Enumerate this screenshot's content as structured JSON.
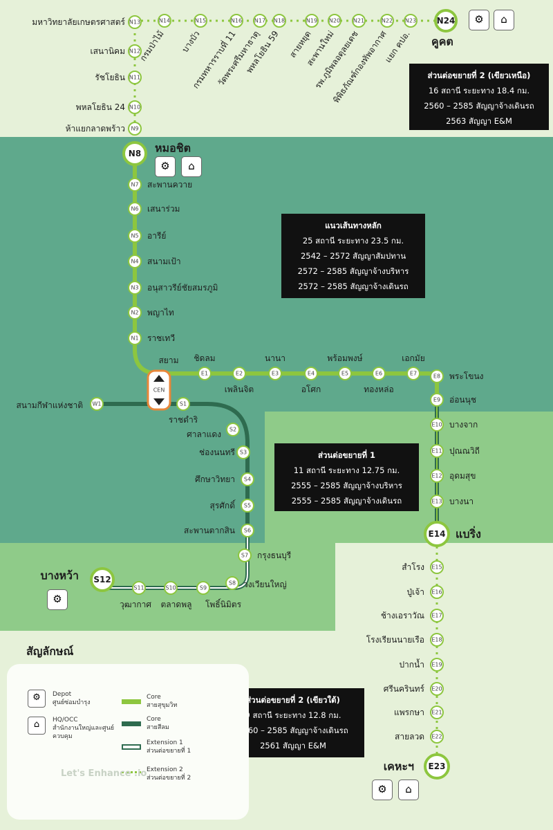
{
  "colors": {
    "bg_light": "#e6f1d9",
    "main_zone": "#5fa98c",
    "ext1_zone": "#8fcb89",
    "lime_line": "#8dc63f",
    "dark_line": "#2e6b4f",
    "box": "#111111"
  },
  "north_ext": {
    "terminus_code": "N24",
    "terminus_name": "คูคต",
    "left_column": [
      {
        "code": "N9",
        "name": "ห้าแยกลาดพร้าว"
      },
      {
        "code": "N10",
        "name": "พหลโยธิน 24"
      },
      {
        "code": "N11",
        "name": "รัชโยธิน"
      },
      {
        "code": "N12",
        "name": "เสนานิคม"
      },
      {
        "code": "N13",
        "name": "มหาวิทยาลัยเกษตรศาสตร์"
      }
    ],
    "top_row": [
      {
        "code": "N14",
        "name": "กรมป่าไม้"
      },
      {
        "code": "N15",
        "name": "บางบัว"
      },
      {
        "code": "N16",
        "name": "กรมทหารราบที่ 11"
      },
      {
        "code": "N17",
        "name": "วัดพระศรีมหาธาตุ"
      },
      {
        "code": "N18",
        "name": "พหลโยธิน 59"
      },
      {
        "code": "N19",
        "name": "สายหยุด"
      },
      {
        "code": "N20",
        "name": "สะพานใหม่"
      },
      {
        "code": "N21",
        "name": "รพ.ภูมิพลอดุลยเดช"
      },
      {
        "code": "N22",
        "name": "พิพิธภัณฑ์กองทัพอากาศ"
      },
      {
        "code": "N23",
        "name": "แยก คปอ."
      }
    ]
  },
  "main_line": {
    "north_terminus_code": "N8",
    "north_terminus_name": "หมอชิต",
    "north_stations": [
      {
        "code": "N7",
        "name": "สะพานควาย"
      },
      {
        "code": "N6",
        "name": "เสนาร่วม"
      },
      {
        "code": "N5",
        "name": "อารีย์"
      },
      {
        "code": "N4",
        "name": "สนามเป้า"
      },
      {
        "code": "N3",
        "name": "อนุสาวรีย์ชัยสมรภูมิ"
      },
      {
        "code": "N2",
        "name": "พญาไท"
      },
      {
        "code": "N1",
        "name": "ราชเทวี"
      }
    ],
    "interchange_code": "CEN",
    "interchange_name": "สยาม",
    "east_stations": [
      {
        "code": "E1",
        "name": "ชิดลม"
      },
      {
        "code": "E2",
        "name": "เพลินจิต"
      },
      {
        "code": "E3",
        "name": "นานา"
      },
      {
        "code": "E4",
        "name": "อโศก"
      },
      {
        "code": "E5",
        "name": "พร้อมพงษ์"
      },
      {
        "code": "E6",
        "name": "ทองหล่อ"
      },
      {
        "code": "E7",
        "name": "เอกมัย"
      },
      {
        "code": "E8",
        "name": "พระโขนง"
      },
      {
        "code": "E9",
        "name": "อ่อนนุช"
      }
    ],
    "silom_west": {
      "code": "W1",
      "name": "สนามกีฬาแห่งชาติ"
    },
    "silom_south": [
      {
        "code": "S1",
        "name": "ราชดำริ"
      },
      {
        "code": "S2",
        "name": "ศาลาแดง"
      },
      {
        "code": "S3",
        "name": "ช่องนนทรี"
      },
      {
        "code": "S4",
        "name": "ศึกษาวิทยา"
      },
      {
        "code": "S5",
        "name": "สุรศักดิ์"
      },
      {
        "code": "S6",
        "name": "สะพานตากสิน"
      }
    ]
  },
  "ext1": {
    "east_stations": [
      {
        "code": "E10",
        "name": "บางจาก"
      },
      {
        "code": "E11",
        "name": "ปุณณวิถี"
      },
      {
        "code": "E12",
        "name": "อุดมสุข"
      },
      {
        "code": "E13",
        "name": "บางนา"
      }
    ],
    "east_terminus_code": "E14",
    "east_terminus_name": "แบริ่ง",
    "silom_stations": [
      {
        "code": "S7",
        "name": "กรุงธนบุรี"
      },
      {
        "code": "S8",
        "name": "วงเวียนใหญ่"
      },
      {
        "code": "S9",
        "name": "โพธิ์นิมิตร"
      },
      {
        "code": "S10",
        "name": "ตลาดพลู"
      },
      {
        "code": "S11",
        "name": "วุฒากาศ"
      }
    ],
    "silom_terminus_code": "S12",
    "silom_terminus_name": "บางหว้า"
  },
  "south_ext": {
    "stations": [
      {
        "code": "E15",
        "name": "สำโรง"
      },
      {
        "code": "E16",
        "name": "ปู่เจ้า"
      },
      {
        "code": "E17",
        "name": "ช้างเอราวัณ"
      },
      {
        "code": "E18",
        "name": "โรงเรียนนายเรือ"
      },
      {
        "code": "E19",
        "name": "ปากน้ำ"
      },
      {
        "code": "E20",
        "name": "ศรีนครินทร์"
      },
      {
        "code": "E21",
        "name": "แพรกษา"
      },
      {
        "code": "E22",
        "name": "สายลวด"
      }
    ],
    "terminus_code": "E23",
    "terminus_name": "เคหะฯ"
  },
  "info_boxes": {
    "north": {
      "title": "ส่วนต่อขยายที่ 2 (เขียวเหนือ)",
      "lines": [
        "16 สถานี ระยะทาง 18.4 กม.",
        "2560 – 2585 สัญญาจ้างเดินรถ",
        "2563 สัญญา E&M"
      ]
    },
    "main": {
      "title": "แนวเส้นทางหลัก",
      "lines": [
        "25 สถานี ระยะทาง 23.5 กม.",
        "2542 – 2572 สัญญาสัมปทาน",
        "2572 – 2585 สัญญาจ้างบริหาร",
        "2572 – 2585 สัญญาจ้างเดินรถ"
      ]
    },
    "ext1": {
      "title": "ส่วนต่อขยายที่ 1",
      "lines": [
        "11 สถานี ระยะทาง 12.75 กม.",
        "2555 – 2585 สัญญาจ้างบริหาร",
        "2555 – 2585 สัญญาจ้างเดินรถ"
      ]
    },
    "south": {
      "title": "ส่วนต่อขยายที่ 2 (เขียวใต้)",
      "lines": [
        "9 สถานี ระยะทาง 12.8 กม.",
        "2560 – 2585 สัญญาจ้างเดินรถ",
        "2561 สัญญา E&M"
      ]
    }
  },
  "legend": {
    "title": "สัญลักษณ์",
    "items": [
      {
        "icon": "depot-icon",
        "en": "Depot",
        "th": "ศูนย์ซ่อมบำรุง"
      },
      {
        "icon": "hq-icon",
        "en": "HQ/OCC",
        "th": "สำนักงานใหญ่และศูนย์ควบคุม"
      },
      {
        "icon": "sukhumvit-line-swatch",
        "en": "Core",
        "th": "สายสุขุมวิท"
      },
      {
        "icon": "silom-line-swatch",
        "en": "Core",
        "th": "สายสีลม"
      },
      {
        "icon": "extension1-swatch",
        "en": "Extension 1",
        "th": "ส่วนต่อขยายที่ 1"
      },
      {
        "icon": "extension2-swatch",
        "en": "Extension 2",
        "th": "ส่วนต่อขยายที่ 2"
      }
    ]
  },
  "watermark": "Let's Enhance .io"
}
